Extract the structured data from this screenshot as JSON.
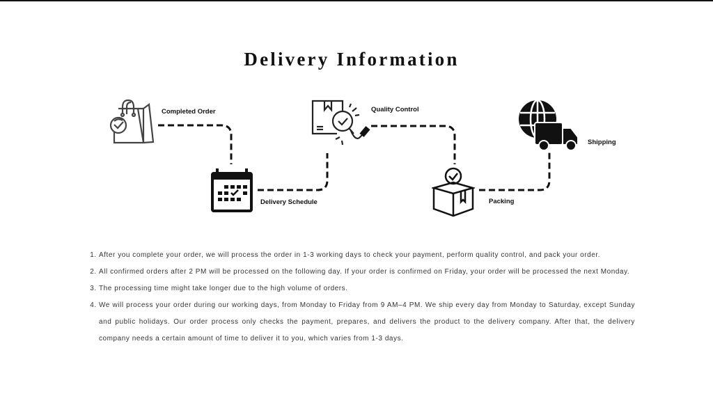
{
  "title": "Delivery Information",
  "steps": [
    {
      "label": "Completed Order",
      "icon": "shopping-bag-check-icon"
    },
    {
      "label": "Delivery Schedule",
      "icon": "calendar-icon"
    },
    {
      "label": "Quality Control",
      "icon": "quality-inspection-icon"
    },
    {
      "label": "Packing",
      "icon": "package-check-icon"
    },
    {
      "label": "Shipping",
      "icon": "global-truck-icon"
    }
  ],
  "notes": [
    "After you complete your order, we will process the order in 1-3 working days to check your payment, perform quality control, and pack your order.",
    "All confirmed orders after 2 PM will be processed on the following day. If your order is confirmed on Friday, your order will be processed the next Monday.",
    "The processing time might take longer due to the high volume of orders.",
    "We will process your order during our working days, from Monday to Friday from 9 AM–4 PM. We ship every day from Monday to Saturday, except Sunday and public holidays. Our order process only checks the payment, prepares, and delivers the product to the delivery company. After that, the delivery company needs a certain amount of time to deliver it to you, which varies from 1-3 days."
  ]
}
